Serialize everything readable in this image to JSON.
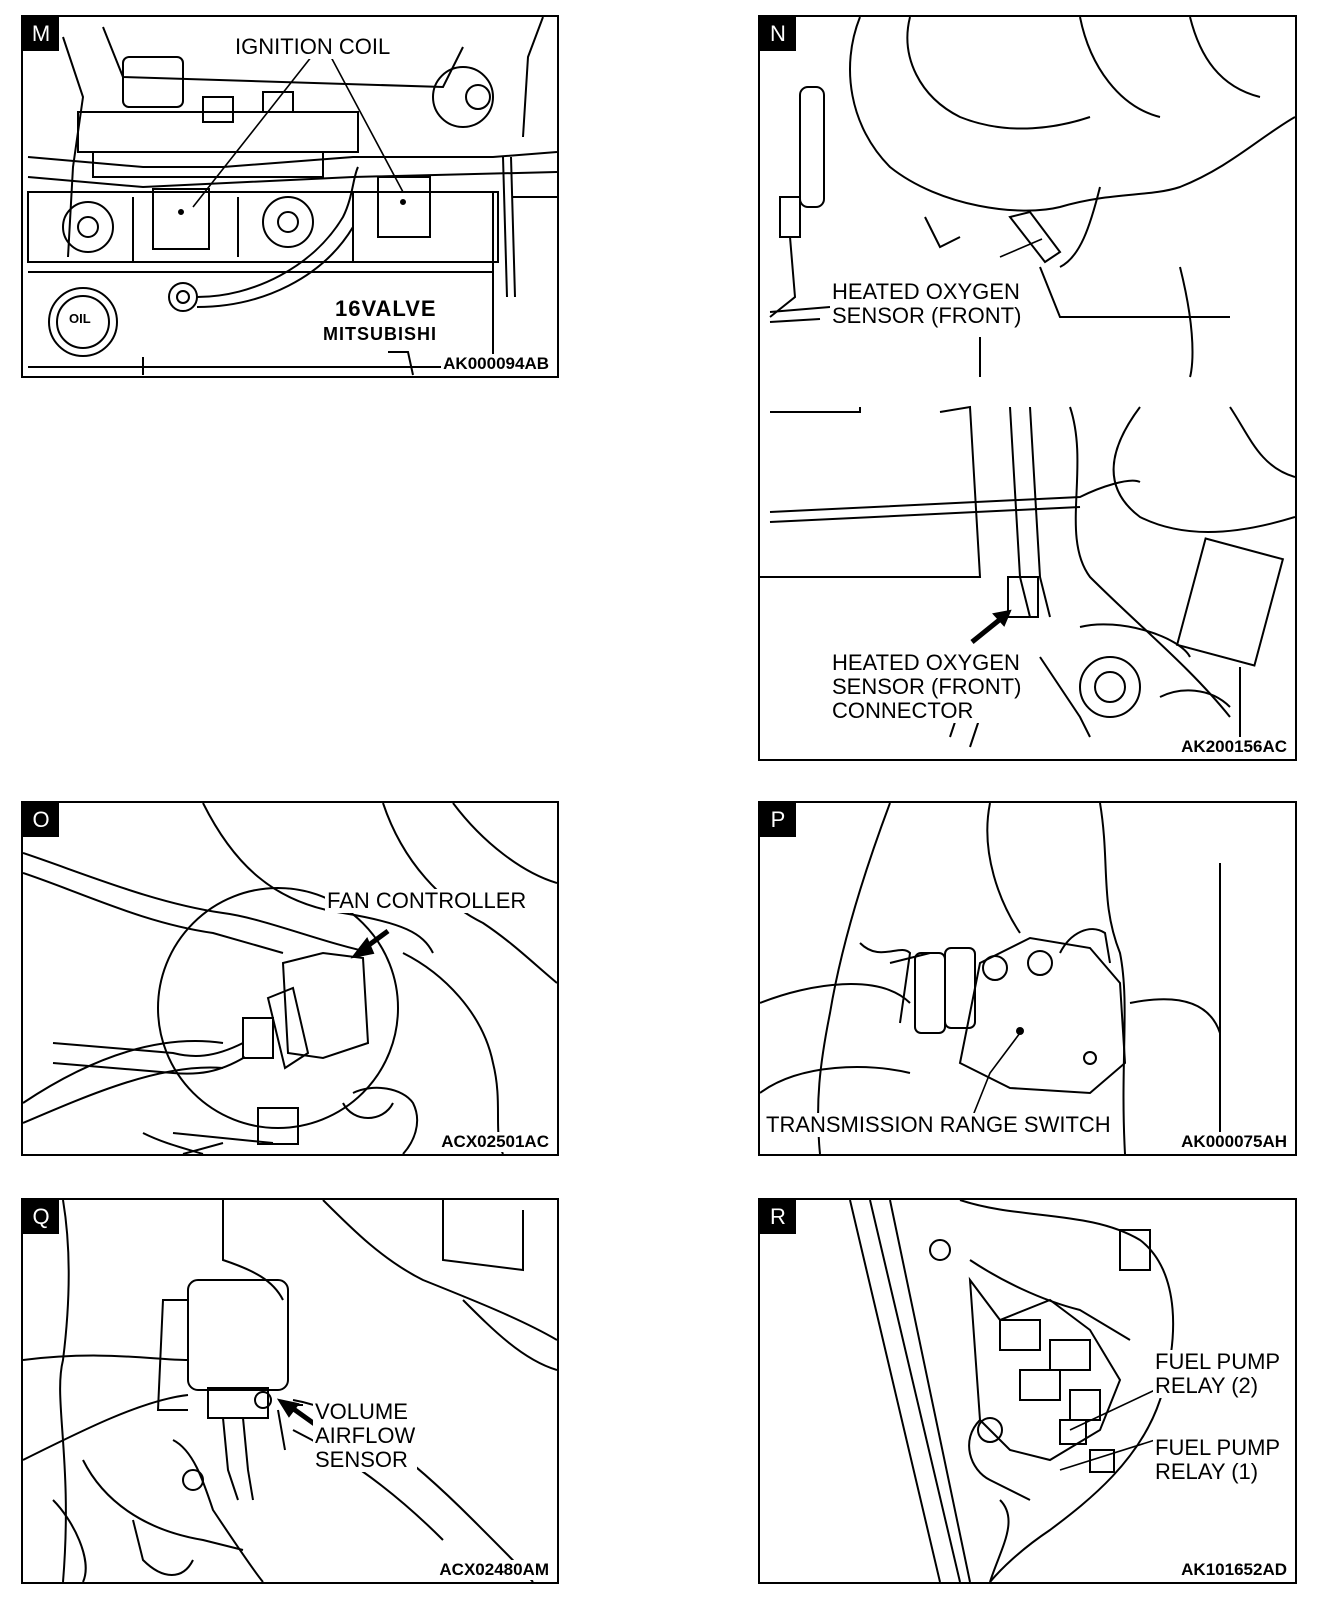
{
  "panels": {
    "m": {
      "tag": "M",
      "labels": [
        "IGNITION COIL"
      ],
      "brand": [
        "16VALVE",
        "MITSUBISHI"
      ],
      "cap": "OIL",
      "code": "AK000094AB"
    },
    "n": {
      "tag": "N",
      "labels": [
        "HEATED OXYGEN\nSENSOR (FRONT)",
        "HEATED OXYGEN\nSENSOR (FRONT)\nCONNECTOR"
      ],
      "code": "AK200156AC"
    },
    "o": {
      "tag": "O",
      "labels": [
        "FAN CONTROLLER"
      ],
      "code": "ACX02501AC"
    },
    "p": {
      "tag": "P",
      "labels": [
        "TRANSMISSION RANGE SWITCH"
      ],
      "code": "AK000075AH"
    },
    "q": {
      "tag": "Q",
      "labels": [
        "VOLUME\nAIRFLOW\nSENSOR"
      ],
      "code": "ACX02480AM"
    },
    "r": {
      "tag": "R",
      "labels": [
        "FUEL PUMP\nRELAY (2)",
        "FUEL PUMP\nRELAY (1)"
      ],
      "code": "AK101652AD"
    }
  }
}
